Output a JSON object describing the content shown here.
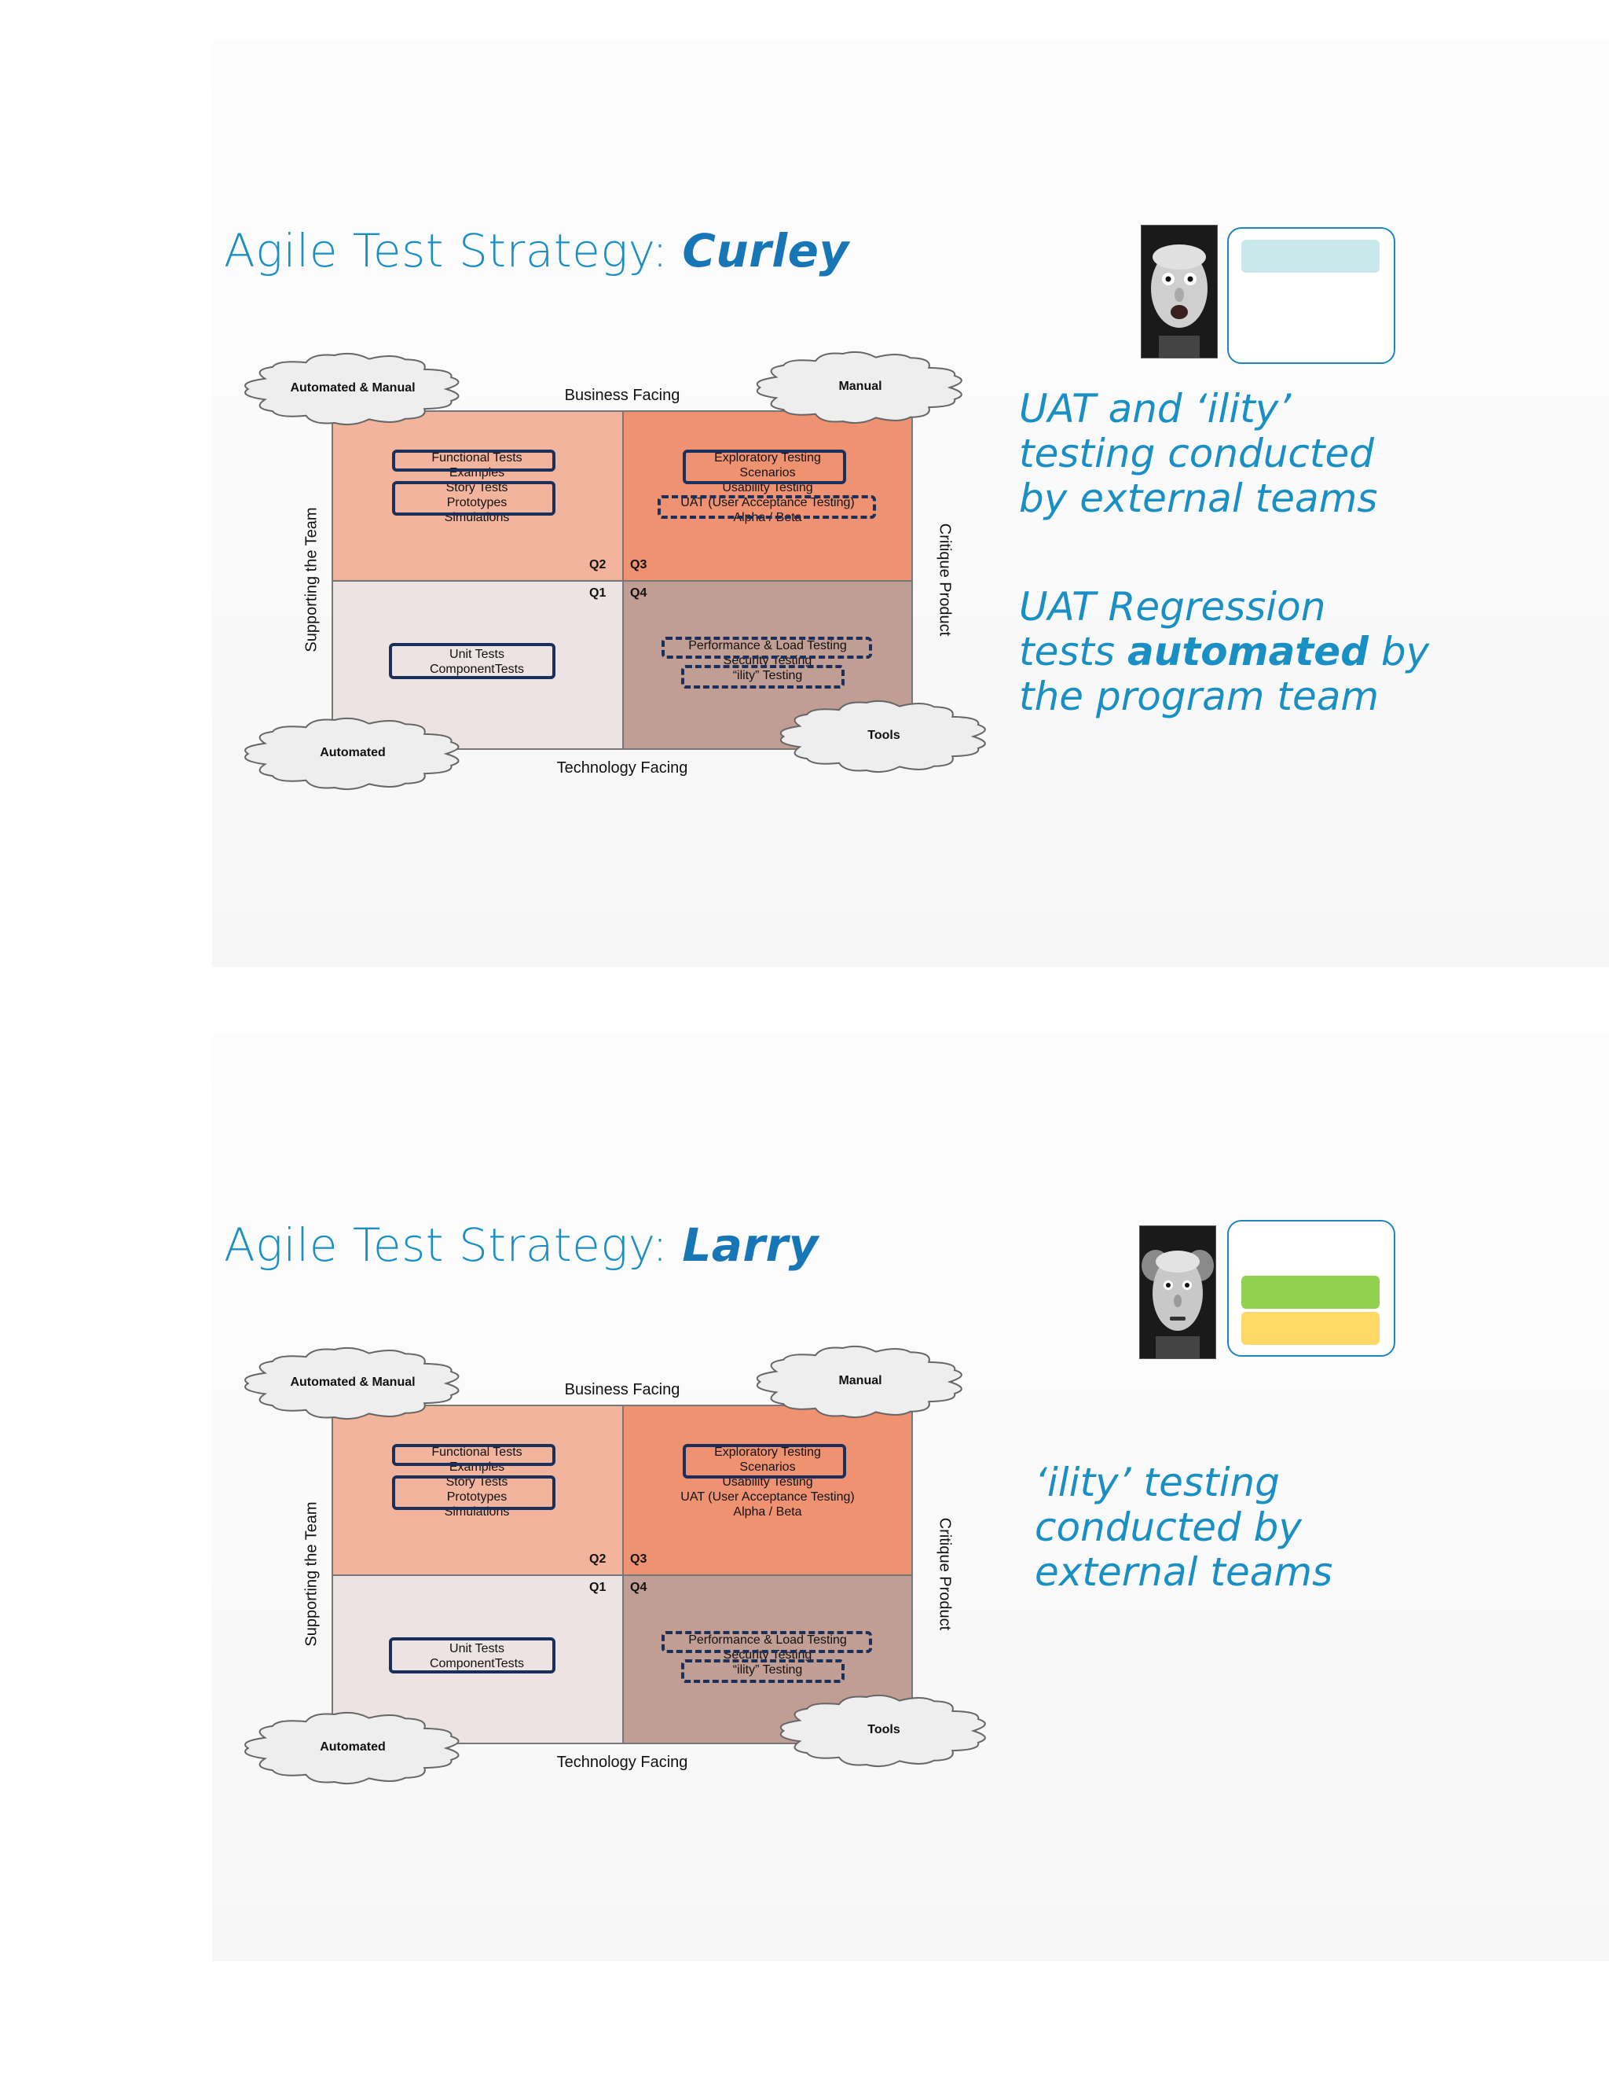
{
  "slides": [
    {
      "title_prefix": "Agile Test Strategy:",
      "title_name": "Curley",
      "legend_colors": [
        "#c9e8ec"
      ],
      "notes": [
        [
          "UAT and ‘ility’",
          "testing conducted",
          "by external teams"
        ],
        [
          "UAT Regression",
          [
            "tests ",
            "automated",
            " by"
          ],
          "the program team"
        ]
      ]
    },
    {
      "title_prefix": "Agile Test Strategy:",
      "title_name": "Larry",
      "legend_colors": [
        "#92d050",
        "#ffd966"
      ],
      "notes": [
        [
          "‘ility’ testing",
          "conducted by",
          "external teams"
        ]
      ]
    }
  ],
  "quadrant": {
    "top_axis": "Business Facing",
    "bottom_axis": "Technology Facing",
    "left_axis": "Supporting the Team",
    "right_axis": "Critique Product",
    "clouds": {
      "top_left": "Automated & Manual",
      "top_right": "Manual",
      "bottom_left": "Automated",
      "bottom_right": "Tools"
    },
    "q_labels": [
      "Q2",
      "Q3",
      "Q1",
      "Q4"
    ],
    "q2_items": [
      "Functional Tests",
      "Examples",
      "Story Tests",
      "Prototypes",
      "Simulations"
    ],
    "q3_items": [
      "Exploratory Testing",
      "Scenarios",
      "Usability Testing",
      "UAT (User Acceptance Testing)",
      "Alpha / Beta"
    ],
    "q1_items": [
      "Unit Tests",
      "ComponentTests"
    ],
    "q4_items": [
      "Performance & Load Testing",
      "Security Testing",
      "“ility” Testing"
    ],
    "colors": {
      "q2": "#f2b49c",
      "q3": "#ef9271",
      "q1": "#ede3e3",
      "q4": "#c19e93",
      "box": "#1b2f5b"
    }
  }
}
